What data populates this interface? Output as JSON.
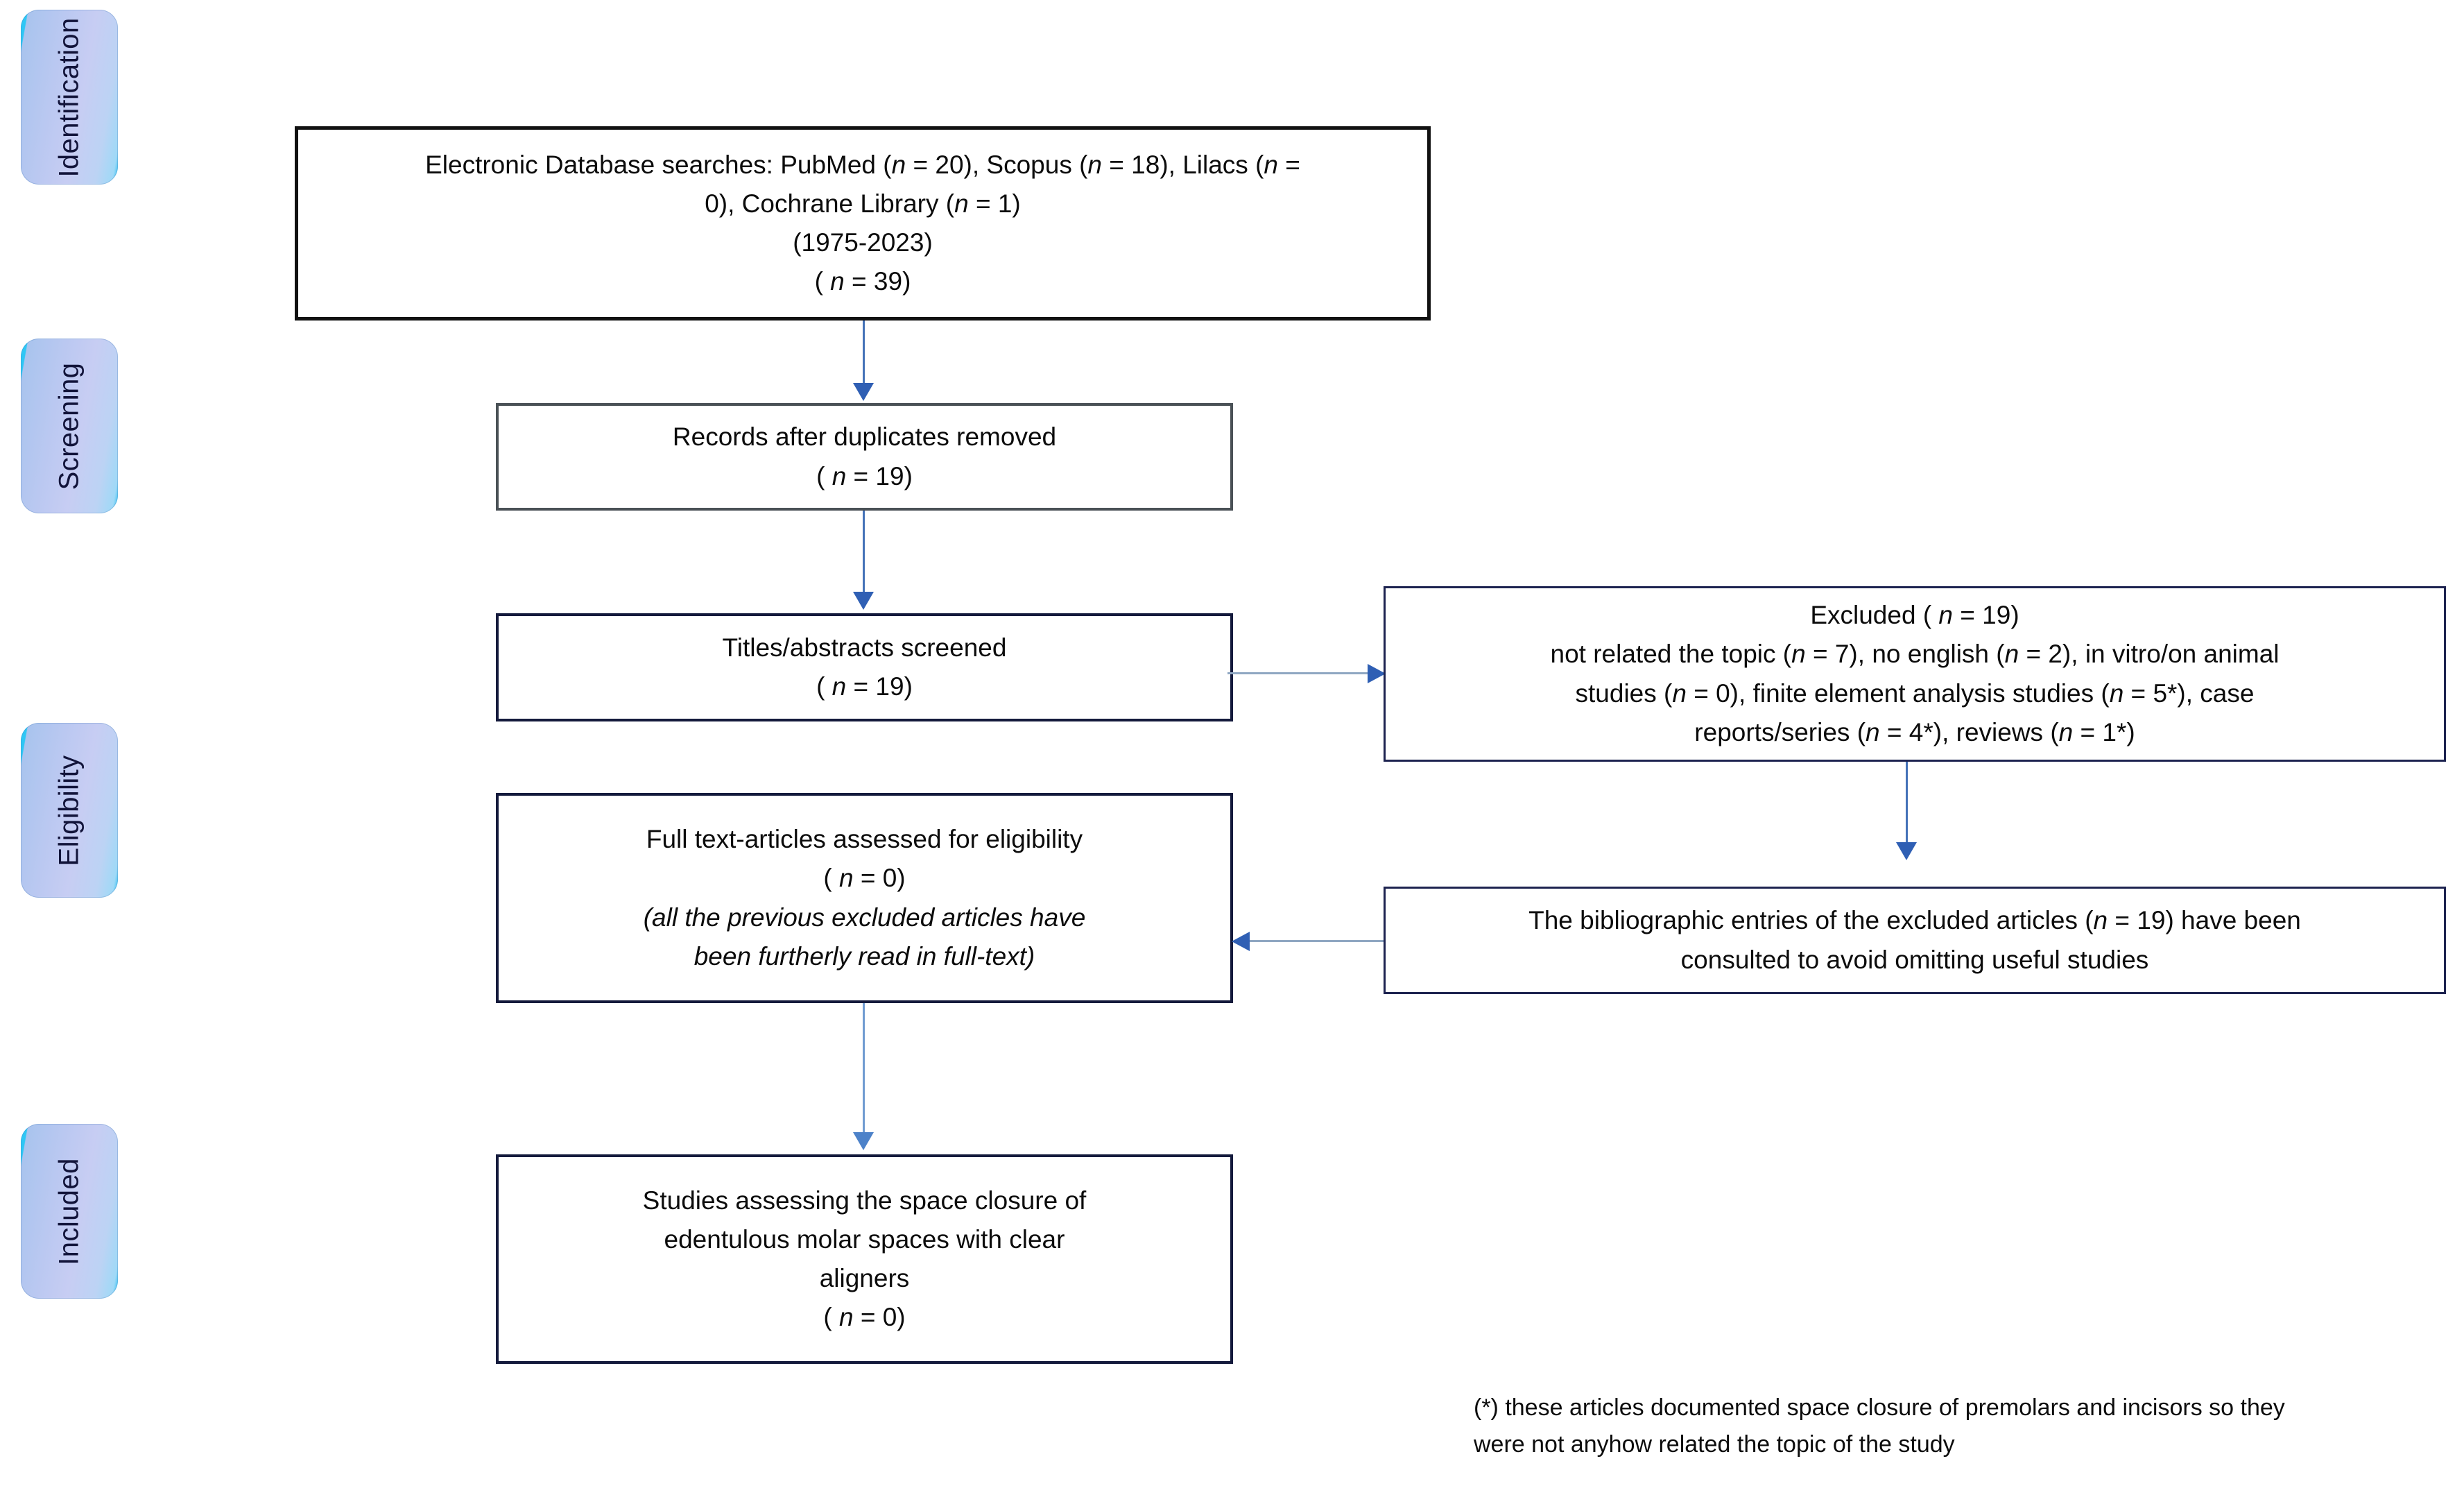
{
  "diagram": {
    "type": "prisma-flow-diagram",
    "stages": [
      {
        "id": "identification",
        "label": "Identification"
      },
      {
        "id": "screening",
        "label": "Screening"
      },
      {
        "id": "eligibility",
        "label": "Eligibility"
      },
      {
        "id": "included",
        "label": "Included"
      }
    ],
    "boxes": {
      "identification_sources": {
        "lines": [
          "Electronic Database searches: PubMed (n = 20), Scopus (n = 18), Lilacs (n =",
          "0), Cochrane Library (n = 1)",
          "(1975-2023)",
          "( n = 39)"
        ],
        "text": "Electronic Database searches: PubMed (n = 20), Scopus (n = 18), Lilacs (n = 0), Cochrane Library (n = 1) (1975-2023) ( n = 39)"
      },
      "duplicates_removed": {
        "lines": [
          "Records after duplicates removed",
          "( n = 19)"
        ],
        "text": "Records after duplicates removed ( n = 19)"
      },
      "titles_screened": {
        "lines": [
          "Titles/abstracts screened",
          "( n = 19)"
        ],
        "text": "Titles/abstracts screened ( n = 19)"
      },
      "excluded": {
        "lines": [
          "Excluded ( n = 19)",
          "not related the topic (n = 7), no english (n = 2), in vitro/on animal",
          "studies (n = 0), finite element analysis studies (n = 5*), case",
          "reports/series (n = 4*), reviews (n = 1*)"
        ],
        "text": "Excluded ( n = 19) not related the topic (n = 7), no english (n = 2), in vitro/on animal studies (n = 0), finite element analysis studies (n = 5*), case reports/series (n = 4*), reviews (n = 1*)"
      },
      "full_text_assessed": {
        "lines": [
          "Full text-articles assessed for eligibility",
          "( n = 0)",
          "(all the previous excluded articles have",
          "been furtherly read in full-text)"
        ],
        "text": "Full text-articles assessed for eligibility ( n = 0) (all the previous excluded articles have been furtherly read in full-text)"
      },
      "bibliographic_entries": {
        "lines": [
          "The bibliographic entries of the excluded articles (n = 19) have been",
          "consulted to avoid omitting useful studies"
        ],
        "text": "The bibliographic entries of the excluded articles (n = 19) have been consulted to avoid omitting useful studies"
      },
      "included_studies": {
        "lines": [
          "Studies assessing the space closure of",
          "edentulous molar spaces with clear",
          "aligners",
          "( n = 0)"
        ],
        "text": "Studies assessing the space closure of edentulous molar spaces with clear aligners ( n = 0)"
      }
    },
    "footnote": {
      "lines": [
        "(*) these articles documented space closure of premolars and incisors so they",
        "were not anyhow related the topic of the study"
      ],
      "text": "(*) these articles documented space closure of premolars and incisors so they were not anyhow related the topic of the study"
    },
    "counts": {
      "pubmed": 20,
      "scopus": 18,
      "lilacs": 0,
      "cochrane": 1,
      "total_identified": 39,
      "after_duplicates": 19,
      "titles_screened": 19,
      "excluded_total": 19,
      "excluded_not_related": 7,
      "excluded_no_english": 2,
      "excluded_in_vitro_animal": 0,
      "excluded_finite_element": 5,
      "excluded_case_reports": 4,
      "excluded_reviews": 1,
      "full_text_assessed": 0,
      "included": 0,
      "year_range": "1975-2023"
    },
    "colors": {
      "pill_gradient_start": "#2ec7f5",
      "pill_gradient_mid": "#c0cbf2",
      "pill_gradient_end": "#19bdf2",
      "pill_text": "#12143a",
      "arrow": "#2f5fb4",
      "connector_line": "#8fa7c2",
      "box_border_heavy": "#111111",
      "box_border_grey": "#4a5156",
      "box_border_navy": "#141a3c",
      "text": "#0c0c0c",
      "background": "#ffffff"
    }
  }
}
